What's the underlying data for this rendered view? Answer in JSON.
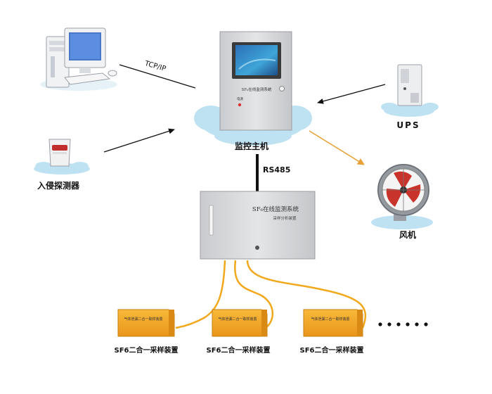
{
  "links": {
    "tcp_ip": "TCP/IP",
    "rs485": "RS485"
  },
  "main_host": {
    "label": "监控主机",
    "panel_text": "SF₆在线监测系统",
    "indicator_text": "电源"
  },
  "collector": {
    "title": "SF₆在线监测系统",
    "subtitle": "采样分析装置"
  },
  "devices": {
    "computer": {
      "icon": "desktop-computer-icon"
    },
    "intrusion_detector": {
      "label": "入侵探测器",
      "icon": "motion-detector-icon"
    },
    "ups": {
      "label": "UPS",
      "icon": "ups-icon"
    },
    "fan": {
      "label": "风机",
      "icon": "fan-icon"
    }
  },
  "samplers": [
    {
      "label": "SF6二合一采样装置",
      "box_text": "气体泄漏二合一取样装置"
    },
    {
      "label": "SF6二合一采样装置",
      "box_text": "气体泄漏二合一取样装置"
    },
    {
      "label": "SF6二合一采样装置",
      "box_text": "气体泄漏二合一取样装置"
    }
  ],
  "colors": {
    "cable": "#f2a81c",
    "sampler_box": "#f5a623",
    "cloud": "#bfe2f3",
    "cabinet": "#d5d7da",
    "arrow": "#111111",
    "fan_arrow": "#e8a23a"
  }
}
